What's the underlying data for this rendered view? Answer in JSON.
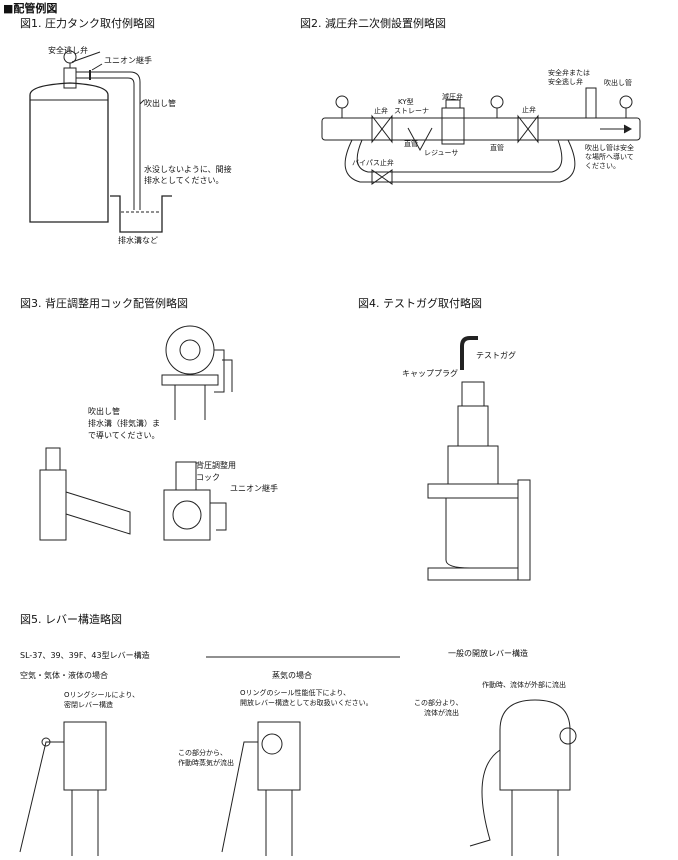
{
  "header": {
    "title": "■配管例図"
  },
  "fig1": {
    "title": "図1. 圧力タンク取付例略図",
    "safety_valve": "安全逃し弁",
    "union": "ユニオン継手",
    "discharge_pipe": "吹出し管",
    "note_line1": "水没しないように、間接",
    "note_line2": "排水としてください。",
    "drain": "排水溝など"
  },
  "fig2": {
    "title": "図2. 減圧弁二次側設置例略図",
    "ky_line1": "KY型",
    "ky_line2": "ストレーナ",
    "stop_valve_left": "止弁",
    "prv_line1": "減圧弁",
    "prv_line2": "レジューサ",
    "straight_pipe": "直管",
    "straight_pipe2": "直管",
    "stop_valve_right": "止弁",
    "bypass": "バイパス止弁",
    "safety_line1": "安全弁または",
    "safety_line2": "安全逃し弁",
    "discharge": "吹出し管",
    "note_line1": "吹出し管は安全",
    "note_line2": "な場所へ導いて",
    "note_line3": "ください。"
  },
  "fig3": {
    "title": "図3. 背圧調整用コック配管例略図",
    "discharge_line1": "吹出し管",
    "discharge_line2": "排水溝（排気溝）ま",
    "discharge_line3": "で導いてください。",
    "cock_line1": "背圧調整用",
    "cock_line2": "コック",
    "union": "ユニオン継手"
  },
  "fig4": {
    "title": "図4. テストガグ取付略図",
    "test_gag": "テストガグ",
    "cap_plug": "キャッププラグ"
  },
  "fig5": {
    "title": "図5. レバー構造略図",
    "models": "SL-37、39、39F、43型レバー構造",
    "general": "一般の開放レバー構造",
    "air_case": "空気・気体・液体の場合",
    "steam_case": "蒸気の場合",
    "oring_line1": "Oリングシールにより、",
    "oring_line2": "密閉レバー構造",
    "steam_note_line1": "Oリングのシール性能低下により、",
    "steam_note_line2": "開放レバー構造としてお取扱いください。",
    "part_line1": "この部分から、",
    "part_line2": "作動時蒸気が流出",
    "open_note": "作動時、流体が外部に流出",
    "open_part_line1": "この部分より、",
    "open_part_line2": "流体が流出"
  }
}
